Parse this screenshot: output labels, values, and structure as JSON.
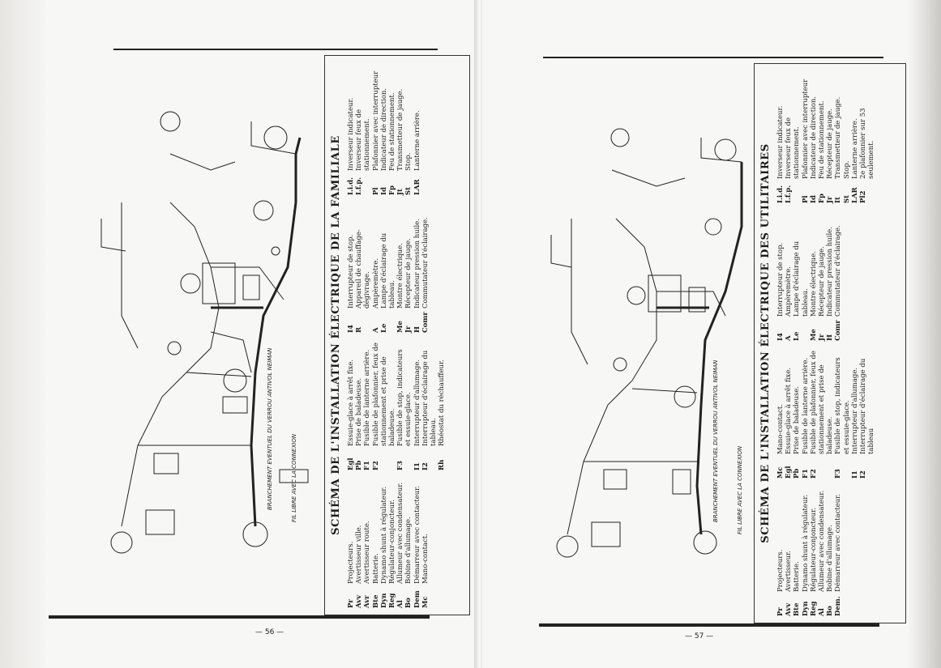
{
  "left_page": {
    "title": "SCHÉMA DE L'INSTALLATION ÉLECTRIQUE DE LA FAMILIALE",
    "page_number": "— 56 —",
    "legend_col1": [
      {
        "code": "Pr",
        "desc": "Projecteurs."
      },
      {
        "code": "Avv",
        "desc": "Avertisseur ville."
      },
      {
        "code": "Avr",
        "desc": "Avertisseur route."
      },
      {
        "code": "Bte",
        "desc": "Batterie."
      },
      {
        "code": "Dyn",
        "desc": "Dynamo shunt à régulateur."
      },
      {
        "code": "Reg",
        "desc": "Régulateur-conjoncteur."
      },
      {
        "code": "Al",
        "desc": "Allumeur avec condensateur."
      },
      {
        "code": "Bo",
        "desc": "Bobine d'allumage."
      },
      {
        "code": "Dem",
        "desc": "Démarreur avec contacteur."
      },
      {
        "code": "Mc",
        "desc": "Mano-contact."
      }
    ],
    "legend_col2": [
      {
        "code": "Egl",
        "desc": "Essuie-glace à arrêt fixe."
      },
      {
        "code": "Pb",
        "desc": "Prise de baladeuse."
      },
      {
        "code": "F1",
        "desc": "Fusible de lanterne arrière."
      },
      {
        "code": "F2",
        "desc": "Fusible de plafonnier, feux de stationnement et prise de baladeuse."
      },
      {
        "code": "F3",
        "desc": "Fusible de stop, indicateurs et essuie-glace."
      },
      {
        "code": "I1",
        "desc": "Interrupteur d'allumage."
      },
      {
        "code": "I2",
        "desc": "Interrupteur d'éclairage du tableau."
      },
      {
        "code": "Rh",
        "desc": "Rhéostat du réchauffeur."
      }
    ],
    "legend_col3": [
      {
        "code": "I4",
        "desc": "Interrupteur de stop."
      },
      {
        "code": "R",
        "desc": "Appareil de chauffage-dégivrage."
      },
      {
        "code": "A",
        "desc": "Ampèremètre."
      },
      {
        "code": "Le",
        "desc": "Lampe d'éclairage du tableau."
      },
      {
        "code": "Me",
        "desc": "Montre électrique."
      },
      {
        "code": "Jr",
        "desc": "Récepteur de jauge."
      },
      {
        "code": "H",
        "desc": "Indicateur pression huile."
      },
      {
        "code": "Comr",
        "desc": "Commutateur d'éclairage."
      }
    ],
    "legend_col4": [
      {
        "code": "I.i.d.",
        "desc": "Inverseur indicateur."
      },
      {
        "code": "I.f.p.",
        "desc": "Inverseur feux de stationnement."
      },
      {
        "code": "Pl",
        "desc": "Plafonnier avec interrupteur"
      },
      {
        "code": "Id",
        "desc": "Indicateur de direction."
      },
      {
        "code": "Fp",
        "desc": "Feu de stationnement."
      },
      {
        "code": "Jt",
        "desc": "Transmetteur de jauge."
      },
      {
        "code": "St",
        "desc": "Stop."
      },
      {
        "code": "LAR",
        "desc": "Lanterne arrière."
      }
    ],
    "diagram_labels": {
      "branchement": "BRANCHEMENT EVENTUEL DU VERROU ANTIVOL NEIMAN",
      "fil": "FIL LIBRE AVEC LA CONNEXION"
    }
  },
  "right_page": {
    "title": "SCHÉMA DE L'INSTALLATION ÉLECTRIQUE DES UTILITAIRES",
    "page_number": "— 57 —",
    "legend_col1": [
      {
        "code": "Pr",
        "desc": "Projecteurs."
      },
      {
        "code": "Avv",
        "desc": "Avertisseur."
      },
      {
        "code": "Bte",
        "desc": "Batterie."
      },
      {
        "code": "Dyn",
        "desc": "Dynamo shunt à régulateur."
      },
      {
        "code": "Reg",
        "desc": "Régulateur-conjoncteur."
      },
      {
        "code": "Al",
        "desc": "Allumeur avec condensateur."
      },
      {
        "code": "Bo",
        "desc": "Bobine d'allumage."
      },
      {
        "code": "Dem.",
        "desc": "Démarreur avec contacteur."
      }
    ],
    "legend_col2": [
      {
        "code": "Mc",
        "desc": "Mano-contact."
      },
      {
        "code": "Egl",
        "desc": "Essuie-glace à arrêt fixe."
      },
      {
        "code": "Pb",
        "desc": "Prise de baladeuse."
      },
      {
        "code": "F1",
        "desc": "Fusible de lanterne arrière."
      },
      {
        "code": "F2",
        "desc": "Fusible de plafonnier, feux de stationnement et prise de baladeuse."
      },
      {
        "code": "F3",
        "desc": "Fusible de stop, indicateurs et essuie-glace."
      },
      {
        "code": "I1",
        "desc": "Interrupteur d'allumage."
      },
      {
        "code": "I2",
        "desc": "Interrupteur d'éclairage du tableau"
      }
    ],
    "legend_col3": [
      {
        "code": "I4",
        "desc": "Interrupteur de stop."
      },
      {
        "code": "A",
        "desc": "Ampèremètre."
      },
      {
        "code": "Le",
        "desc": "Lampe d'éclairage du tableau."
      },
      {
        "code": "Me",
        "desc": "Montre électrique."
      },
      {
        "code": "Jr",
        "desc": "Récepteur de jauge."
      },
      {
        "code": "H",
        "desc": "Indicateur pression huile."
      },
      {
        "code": "Comr",
        "desc": "Commutateur d'éclairage."
      }
    ],
    "legend_col4": [
      {
        "code": "I.i.d.",
        "desc": "Inverseur indicateur."
      },
      {
        "code": "I.f.p.",
        "desc": "Inverseur feux de stationnement."
      },
      {
        "code": "Pl",
        "desc": "Plafonnier avec interrupteur"
      },
      {
        "code": "Id",
        "desc": "Indicateur de direction."
      },
      {
        "code": "Fp",
        "desc": "Feu de stationnement."
      },
      {
        "code": "Jr",
        "desc": "Récepteur de jauge."
      },
      {
        "code": "It",
        "desc": "Transmetteur de jauge."
      },
      {
        "code": "St",
        "desc": "Stop."
      },
      {
        "code": "LAR",
        "desc": "Lanterne arrière."
      },
      {
        "code": "Pl2",
        "desc": "2e plafonnier sur 53 seulement."
      }
    ],
    "diagram_labels": {
      "branchement": "BRANCHEMENT EVENTUEL DU VERROU ANTIVOL NEIMAN",
      "fil": "FIL LIBRE AVEC LA CONNEXION"
    }
  }
}
